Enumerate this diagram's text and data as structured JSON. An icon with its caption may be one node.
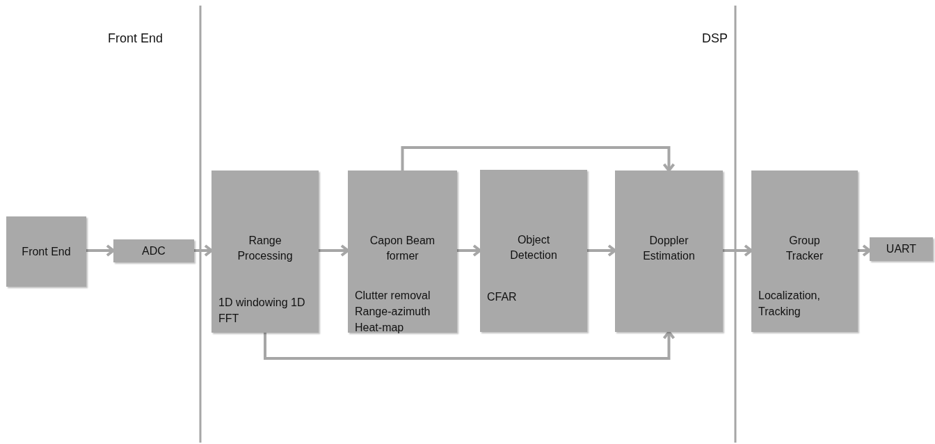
{
  "diagram": {
    "nodes": [
      {
        "text": [
          "Front End"
        ]
      },
      {
        "text": [
          "ADC"
        ]
      },
      {
        "text": [
          "Range Processing",
          "1D windowing 1D FFT"
        ]
      },
      {
        "text": [
          "Capon Beam former",
          "Clutter removal Range-azimuth Heat-map"
        ]
      },
      {
        "text": [
          "Object Detection",
          "CFAR"
        ]
      },
      {
        "text": [
          "Doppler Estimation"
        ]
      },
      {
        "text": [
          "Group Tracker",
          "Localization, Tracking"
        ]
      },
      {
        "text": [
          "UART"
        ]
      }
    ],
    "edges": [
      {
        "from": 0,
        "to": 1,
        "arrow": "to"
      },
      {
        "from": 1,
        "to": 2,
        "arrow": "to"
      },
      {
        "from": 2,
        "to": 3,
        "arrow": "to"
      },
      {
        "from": 3,
        "to": 4,
        "arrow": "to"
      },
      {
        "from": 4,
        "to": 5,
        "arrow": "to"
      },
      {
        "from": 5,
        "to": 6,
        "arrow": "to"
      },
      {
        "from": 6,
        "to": 7,
        "arrow": "to"
      },
      {
        "from": 3,
        "to": 5,
        "arrow": "to"
      },
      {
        "from": 2,
        "to": 5,
        "arrow": "to"
      }
    ],
    "labels": [
      "Front End",
      "DSP"
    ]
  }
}
